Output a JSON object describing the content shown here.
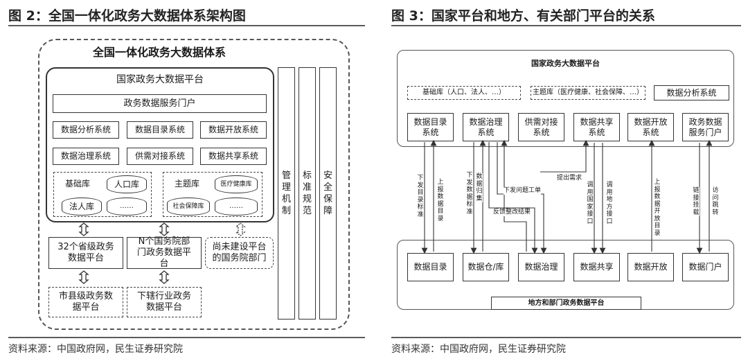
{
  "left": {
    "heading": "图 2：全国一体化政务大数据体系架构图",
    "source": "资料来源：中国政府网，民生证券研究院",
    "system_title": "全国一体化政务大数据体系",
    "platform_title": "国家政务大数据平台",
    "portal": "政务数据服务门户",
    "systems": [
      "数据分析系统",
      "数据目录系统",
      "数据开放系统",
      "数据治理系统",
      "供需对接系统",
      "数据共享系统"
    ],
    "base_lib": {
      "label": "基础库",
      "items": [
        "人口库",
        "法人库",
        "……"
      ]
    },
    "theme_lib": {
      "label": "主题库",
      "items": [
        "医疗健康库",
        "社会保障库",
        "……"
      ]
    },
    "provincial": "32个省级政务数据平台",
    "ministries": "N个国务院部门政务数据平台",
    "unbuilt": "尚未建设平台的国务院部门",
    "county": "市县级政务数据平台",
    "industry": "下辖行业政务数据平台",
    "pillars": [
      "管理机制",
      "标准规范",
      "安全保障"
    ]
  },
  "right": {
    "heading": "图 3：国家平台和地方、有关部门平台的关系",
    "source": "资料来源：中国政府网，民生证券研究院",
    "top_title": "国家政务大数据平台",
    "base_lib": "基础库（人口、法人、…）",
    "theme_lib": "主题库（医疗健康、社会保障、…）",
    "analysis": "数据分析系统",
    "top_boxes": [
      "数据目录系统",
      "数据治理系统",
      "供需对接系统",
      "数据共享系统",
      "数据开放系统",
      "政务数据服务门户"
    ],
    "bottom_boxes": [
      "数据目录",
      "数据仓/库",
      "数据治理",
      "数据共享",
      "数据开放",
      "数据门户"
    ],
    "bottom_title": "地方和部门政务数据平台",
    "flows": [
      "下发目录标准",
      "上报数据目录",
      "下发数据标准",
      "数据归集",
      "反馈整改结果",
      "下发问题工单",
      "提出需求",
      "调用国家接口",
      "调用地方接口",
      "上报数据开放目录",
      "链接挂载",
      "访问跳转"
    ]
  }
}
